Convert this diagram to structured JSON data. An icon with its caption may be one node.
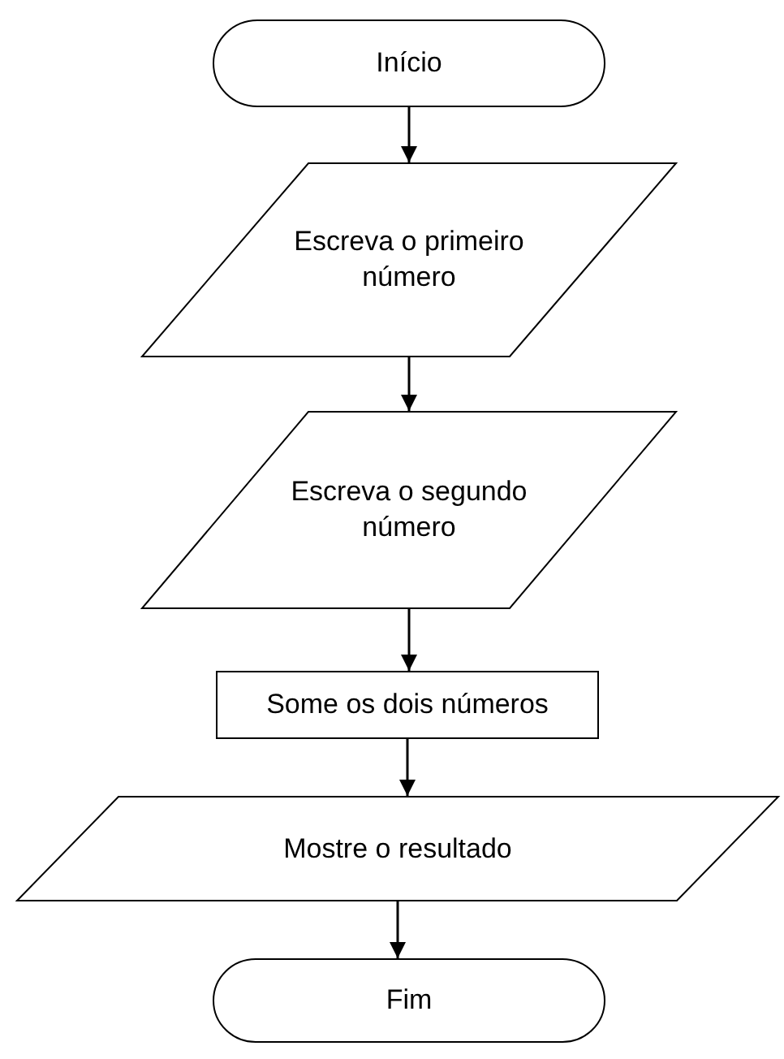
{
  "diagram": {
    "nodes": [
      {
        "text": [
          "Início"
        ]
      },
      {
        "text": [
          "Escreva o primeiro número"
        ]
      },
      {
        "text": [
          "Escreva o segundo número"
        ]
      },
      {
        "text": [
          "Some os dois números"
        ]
      },
      {
        "text": [
          "Mostre o resultado"
        ]
      },
      {
        "text": [
          "Fim"
        ]
      }
    ],
    "edges": [
      {
        "from": 0,
        "to": 1,
        "arrow": "to"
      },
      {
        "from": 1,
        "to": 2,
        "arrow": "to"
      },
      {
        "from": 2,
        "to": 3,
        "arrow": "to"
      },
      {
        "from": 3,
        "to": 4,
        "arrow": "to"
      },
      {
        "from": 4,
        "to": 5,
        "arrow": "to"
      }
    ]
  }
}
